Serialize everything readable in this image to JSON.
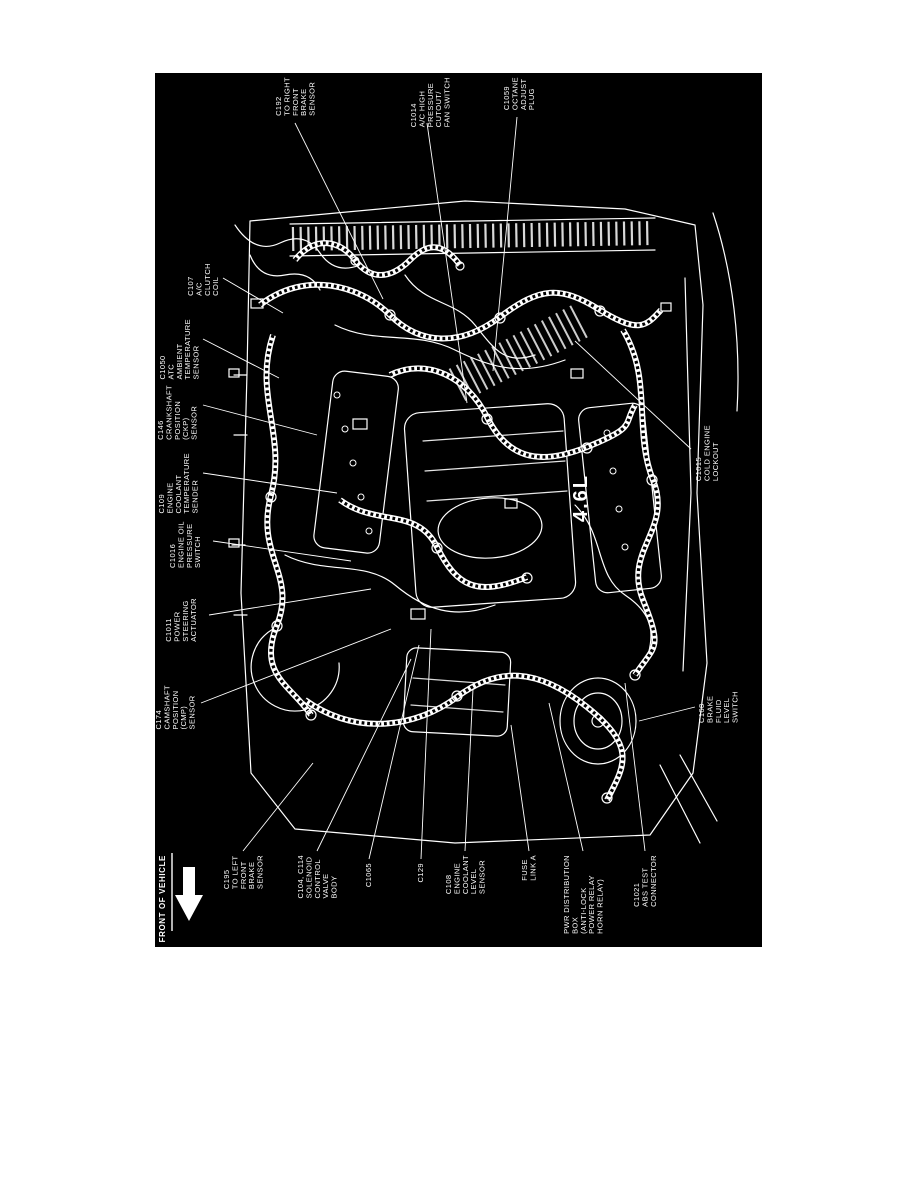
{
  "page": {
    "background": "#ffffff",
    "diagram_background": "#000000",
    "ink": "#ffffff"
  },
  "diagram": {
    "engine_size_label": "4.6L",
    "front_of_vehicle_label": "FRONT OF VEHICLE",
    "callouts": [
      {
        "id": "c192",
        "text": "C192\nTO RIGHT\nFRONT\nBRAKE\nSENSOR"
      },
      {
        "id": "c1014",
        "text": "C1014\nA/C HIGH\nPRESSURE\nCUTOUT/\nFAN SWITCH"
      },
      {
        "id": "c1059",
        "text": "C1059\nOCTANE\nADJUST\nPLUG"
      },
      {
        "id": "c107",
        "text": "C107\nA/C\nCLUTCH\nCOIL"
      },
      {
        "id": "c1050",
        "text": "C1050\nATC\nAMBIENT\nTEMPERATURE\nSENSOR"
      },
      {
        "id": "c146",
        "text": "C146\nCRANKSHAFT\nPOSITION\n(CKP)\nSENSOR"
      },
      {
        "id": "c109",
        "text": "C109\nENGINE\nCOOLANT\nTEMPERATURE\nSENDER"
      },
      {
        "id": "c1016",
        "text": "C1016\nENGINE OIL\nPRESSURE\nSWITCH"
      },
      {
        "id": "c1011",
        "text": "C1011\nPOWER\nSTEERING\nACTUATOR"
      },
      {
        "id": "c174",
        "text": "C174\nCAMSHAFT\nPOSITION\n(CMP)\nSENSOR"
      },
      {
        "id": "c1015",
        "text": "C1015\nCOLD ENGINE\nLOCKOUT"
      },
      {
        "id": "c168",
        "text": "C168\nBRAKE\nFLUID\nLEVEL\nSWITCH"
      },
      {
        "id": "c195",
        "text": "C195\nTO LEFT\nFRONT\nBRAKE\nSENSOR"
      },
      {
        "id": "c104-c114",
        "text": "C104, C114\nSOLENOID\nCONTROL\nVALVE\nBODY"
      },
      {
        "id": "c1065",
        "text": "C1065"
      },
      {
        "id": "c129",
        "text": "C129"
      },
      {
        "id": "c108",
        "text": "C108\nENGINE\nCOOLANT\nLEVEL\nSENSOR"
      },
      {
        "id": "fuse-link-a",
        "text": "FUSE\nLINK A"
      },
      {
        "id": "pwr-distribution-box",
        "text": "PWR DISTRIBUTION\nBOX\n(ANTI-LOCK\nPOWER RELAY\nHORN RELAY)"
      },
      {
        "id": "c1021",
        "text": "C1021\nABS TEST\nCONNECTOR"
      }
    ]
  }
}
